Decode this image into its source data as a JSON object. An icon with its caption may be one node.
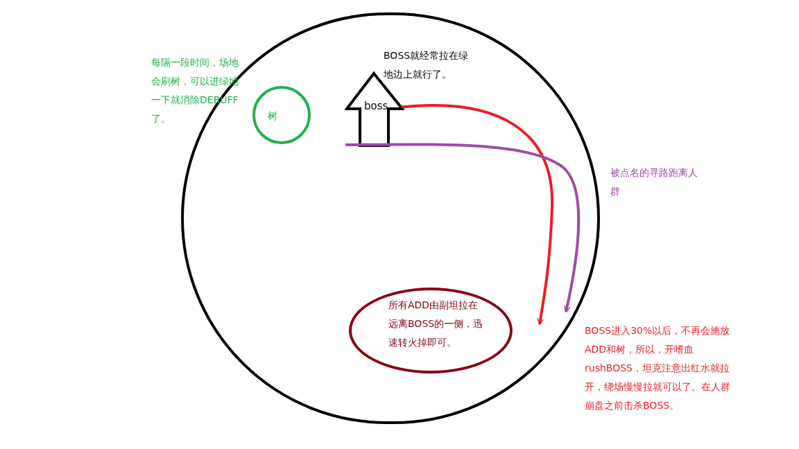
{
  "diagram": {
    "nodes": [
      {
        "text": [],
        "shape": "circle"
      },
      {
        "text": [
          "树"
        ],
        "in": 0
      },
      {
        "text": [
          "boss"
        ],
        "in": 0
      },
      {
        "text": [
          "所有ADD由副坦拉在远离BOSS的一侧，迅速转火掉即可。"
        ],
        "in": 0
      }
    ],
    "edges": [
      {
        "from": 2,
        "to": null,
        "arrow": "to",
        "color": "#ed1c24"
      },
      {
        "from": 2,
        "to": null,
        "arrow": "to",
        "color": "#a349a4"
      }
    ],
    "labels": [
      "每隔一段时间，场地会刷树，可以进绿地一下就消除DEBUFF了。",
      "BOSS就经常拉在绿地边上就行了。",
      "被点名的寻路跑离人群",
      "BOSS进入30%以后，不再会施放ADD和树，所以，开嗜血rushBOSS，坦克注意出红水就拉开，绕场慢慢拉就可以了。在人群崩盘之前击杀BOSS。"
    ]
  }
}
